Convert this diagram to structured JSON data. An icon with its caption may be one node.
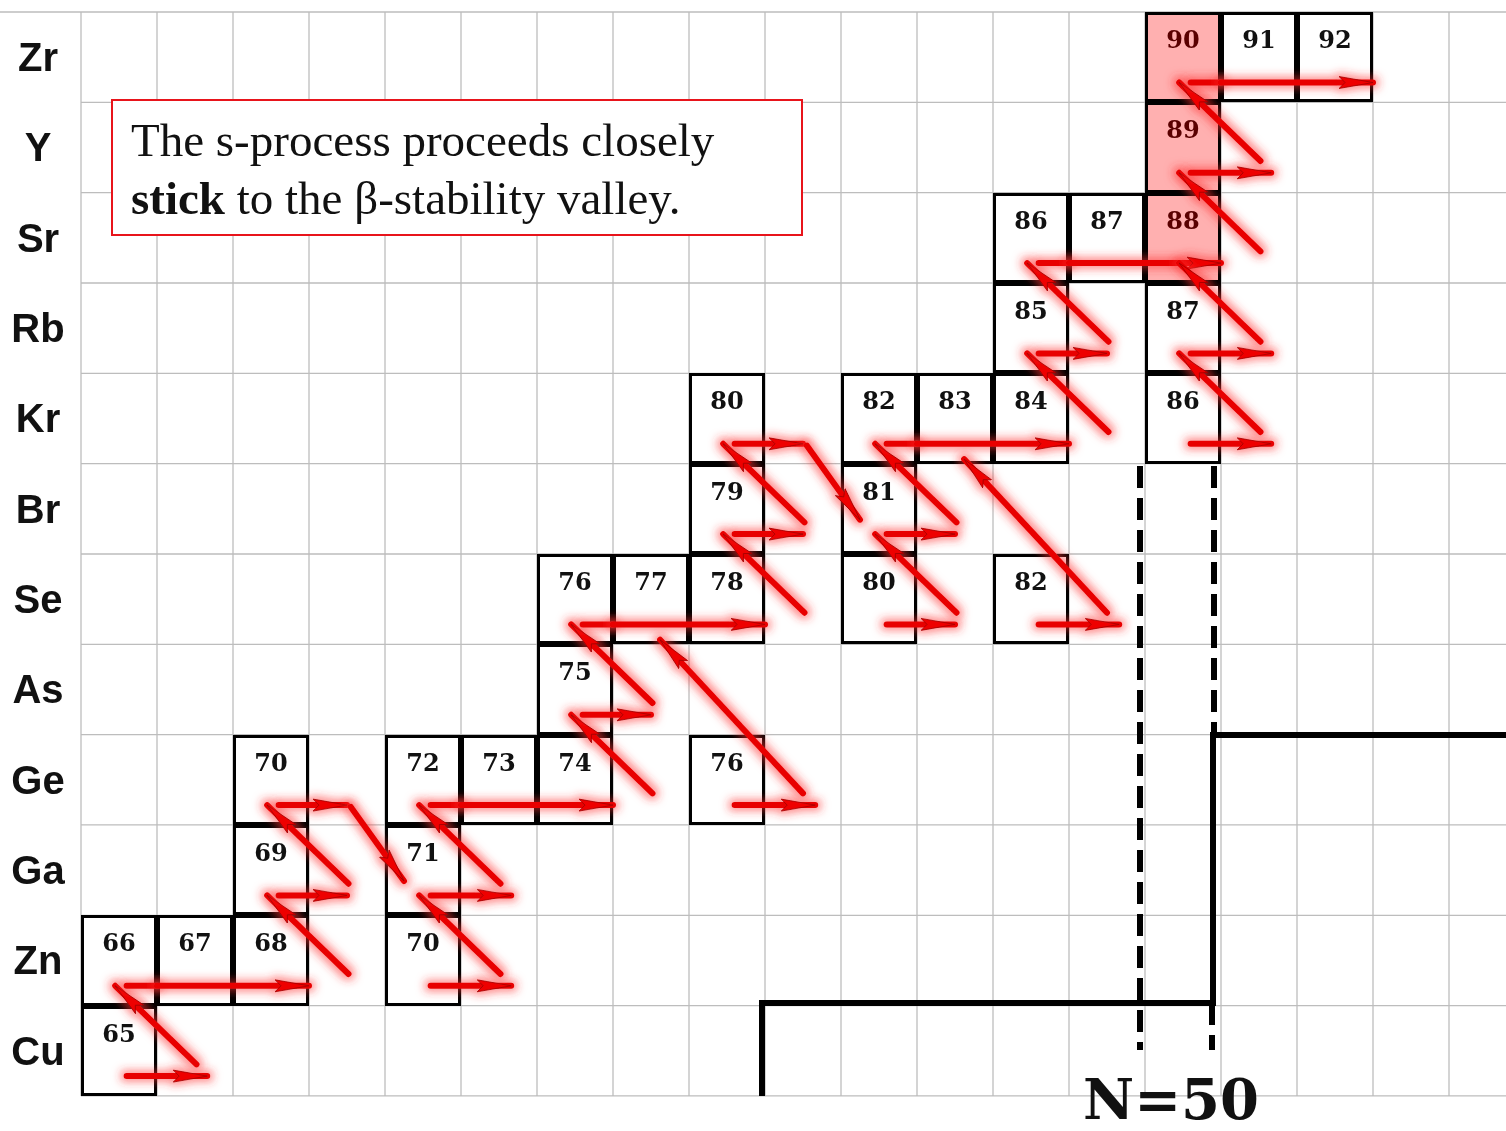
{
  "diagram": {
    "nodes": [
      {
        "text": [
          "90"
        ]
      },
      {
        "text": [
          "91"
        ]
      },
      {
        "text": [
          "92"
        ]
      },
      {
        "text": [
          "The s-process proceeds closely **stick** to the β-stability valley."
        ]
      },
      {
        "text": [
          "89"
        ]
      },
      {
        "text": [
          "86"
        ]
      },
      {
        "text": [
          "87"
        ]
      },
      {
        "text": [
          "88"
        ]
      },
      {
        "text": [
          "85"
        ]
      },
      {
        "text": [
          "87"
        ]
      },
      {
        "text": [
          "80"
        ]
      },
      {
        "text": [
          "82"
        ]
      },
      {
        "text": [
          "83"
        ]
      },
      {
        "text": [
          "84"
        ]
      },
      {
        "text": [
          "86"
        ]
      },
      {
        "text": [
          "79"
        ]
      },
      {
        "text": [
          "81"
        ]
      },
      {
        "text": [
          "76"
        ]
      },
      {
        "text": [
          "77"
        ]
      },
      {
        "text": [
          "78"
        ]
      },
      {
        "text": [
          "80"
        ]
      },
      {
        "text": [
          "82"
        ]
      },
      {
        "text": [
          "75"
        ]
      },
      {
        "text": [
          "70"
        ]
      },
      {
        "text": [
          "72"
        ]
      },
      {
        "text": [
          "73"
        ]
      },
      {
        "text": [
          "74"
        ]
      },
      {
        "text": [
          "76"
        ]
      },
      {
        "text": [
          "69"
        ]
      },
      {
        "text": [
          "71"
        ]
      },
      {
        "text": [
          "66"
        ]
      },
      {
        "text": [
          "67"
        ]
      },
      {
        "text": [
          "68"
        ]
      },
      {
        "text": [
          "70"
        ]
      },
      {
        "text": [
          "65"
        ]
      }
    ],
    "edges": [
      {
        "from": 34,
        "to": null,
        "arrow": "to"
      },
      {
        "from": null,
        "to": 30,
        "arrow": "to"
      },
      {
        "from": 30,
        "to": 31,
        "arrow": "none"
      },
      {
        "from": 31,
        "to": 32,
        "arrow": "to"
      },
      {
        "from": null,
        "to": 28,
        "arrow": "to"
      },
      {
        "from": 28,
        "to": null,
        "arrow": "to"
      },
      {
        "from": null,
        "to": 23,
        "arrow": "to"
      },
      {
        "from": 23,
        "to": null,
        "arrow": "to"
      },
      {
        "from": null,
        "to": 29,
        "arrow": "to"
      },
      {
        "from": 33,
        "to": null,
        "arrow": "to"
      },
      {
        "from": null,
        "to": 29,
        "arrow": "to"
      },
      {
        "from": 29,
        "to": null,
        "arrow": "to"
      },
      {
        "from": null,
        "to": 24,
        "arrow": "to"
      },
      {
        "from": 24,
        "to": 25,
        "arrow": "none"
      },
      {
        "from": 25,
        "to": 26,
        "arrow": "to"
      },
      {
        "from": null,
        "to": 22,
        "arrow": "to"
      },
      {
        "from": 22,
        "to": null,
        "arrow": "to"
      },
      {
        "from": null,
        "to": 17,
        "arrow": "to"
      },
      {
        "from": 27,
        "to": null,
        "arrow": "to"
      },
      {
        "from": null,
        "to": 18,
        "arrow": "to"
      },
      {
        "from": 17,
        "to": 18,
        "arrow": "none"
      },
      {
        "from": 18,
        "to": 19,
        "arrow": "to"
      },
      {
        "from": null,
        "to": 15,
        "arrow": "to"
      },
      {
        "from": 15,
        "to": null,
        "arrow": "to"
      },
      {
        "from": null,
        "to": 10,
        "arrow": "to"
      },
      {
        "from": 10,
        "to": null,
        "arrow": "to"
      },
      {
        "from": null,
        "to": 16,
        "arrow": "to"
      },
      {
        "from": 20,
        "to": null,
        "arrow": "to"
      },
      {
        "from": null,
        "to": 16,
        "arrow": "to"
      },
      {
        "from": 16,
        "to": null,
        "arrow": "to"
      },
      {
        "from": null,
        "to": 11,
        "arrow": "to"
      },
      {
        "from": 11,
        "to": 12,
        "arrow": "none"
      },
      {
        "from": 12,
        "to": 13,
        "arrow": "to"
      },
      {
        "from": 21,
        "to": null,
        "arrow": "to"
      },
      {
        "from": null,
        "to": 12,
        "arrow": "to"
      },
      {
        "from": null,
        "to": 8,
        "arrow": "to"
      },
      {
        "from": 8,
        "to": null,
        "arrow": "to"
      },
      {
        "from": null,
        "to": 5,
        "arrow": "to"
      },
      {
        "from": 5,
        "to": 6,
        "arrow": "none"
      },
      {
        "from": 6,
        "to": 7,
        "arrow": "to"
      },
      {
        "from": 14,
        "to": null,
        "arrow": "to"
      },
      {
        "from": null,
        "to": 9,
        "arrow": "to"
      },
      {
        "from": 9,
        "to": null,
        "arrow": "to"
      },
      {
        "from": null,
        "to": 7,
        "arrow": "to"
      },
      {
        "from": null,
        "to": 4,
        "arrow": "to"
      },
      {
        "from": 4,
        "to": null,
        "arrow": "to"
      },
      {
        "from": null,
        "to": 0,
        "arrow": "to"
      },
      {
        "from": 0,
        "to": 1,
        "arrow": "none"
      },
      {
        "from": 1,
        "to": 2,
        "arrow": "to"
      }
    ],
    "labels": [
      "Zr",
      "Y",
      "Sr",
      "Rb",
      "Kr",
      "Br",
      "Se",
      "As",
      "Ge",
      "Ga",
      "Zn",
      "Cu",
      "N=50"
    ]
  }
}
